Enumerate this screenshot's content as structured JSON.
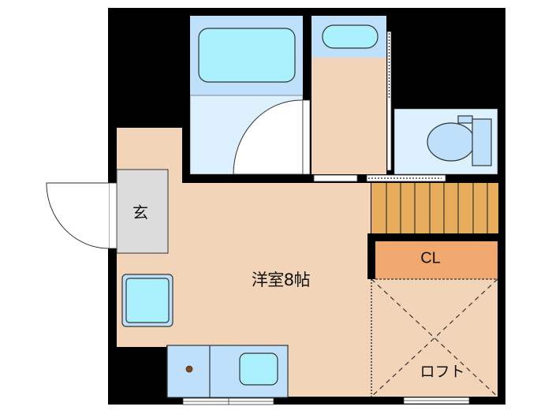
{
  "plan": {
    "rooms": [
      {
        "id": "western-room",
        "label": "洋室8帖"
      },
      {
        "id": "entrance",
        "label": "玄"
      },
      {
        "id": "closet",
        "label": "CL"
      },
      {
        "id": "loft",
        "label": "ロフト"
      }
    ],
    "fixtures": [
      "bathtub",
      "washbasin",
      "toilet",
      "washing-machine-space",
      "kitchen-sink",
      "stove",
      "stairs"
    ],
    "colors": {
      "wall": "#000000",
      "floor": "#f2d4b8",
      "wet_area": "#bfe0fb",
      "wet_area_light": "#ddf0fd",
      "fixture": "#aaf1fd",
      "entrance_floor": "#dcdcdc",
      "closet": "#f0a86e",
      "stairs": "#e8ad5c",
      "stove_knob": "#8b4513"
    }
  }
}
